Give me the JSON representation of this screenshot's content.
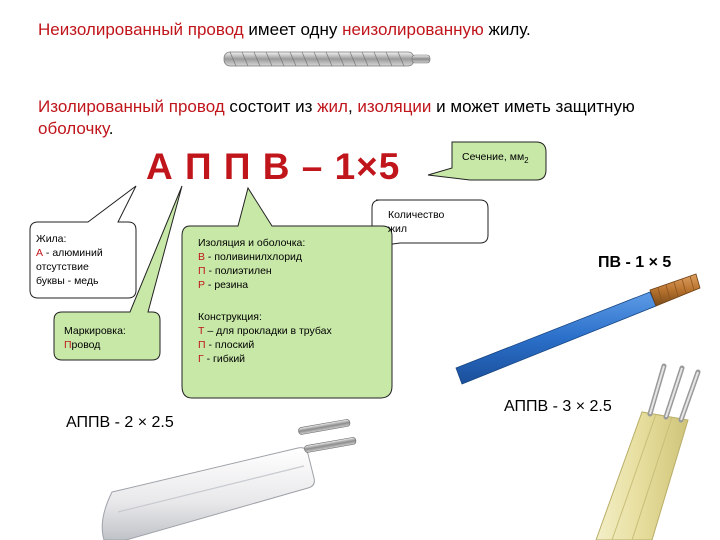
{
  "line1": {
    "part1": "Неизолированный провод",
    "part2": " имеет одну ",
    "part3": "неизолированную",
    "part4": " жилу."
  },
  "line2": {
    "part1": "Изолированный провод",
    "part2": " состоит из ",
    "part3": "жил",
    "part4": ", ",
    "part5": "изоляции",
    "part6": " и может иметь защитную ",
    "part7": "оболочку",
    "part8": "."
  },
  "code": "А П П В – 1×5",
  "callouts": {
    "section": {
      "text": "Сечение, мм",
      "sub": "2"
    },
    "count": {
      "line1": "Количество",
      "line2": "жил"
    },
    "core": {
      "title": "Жила:",
      "row1_letter": "А",
      "row1_text": " - алюминий",
      "row2": "отсутствие",
      "row3": "буквы - медь"
    },
    "marking": {
      "title": "Маркировка:",
      "letter": "П",
      "rest": "ровод"
    },
    "insulation": {
      "title": "Изоляция и оболочка:",
      "items": [
        {
          "letter": "В",
          "text": " - поливинилхлорид"
        },
        {
          "letter": "П",
          "text": " - полиэтилен"
        },
        {
          "letter": "Р",
          "text": " - резина"
        }
      ]
    },
    "construction": {
      "title": "Конструкция:",
      "items": [
        {
          "letter": "Т",
          "text": " – для прокладки в трубах"
        },
        {
          "letter": "П",
          "text": " - плоский"
        },
        {
          "letter": "Г",
          "text": " - гибкий"
        }
      ]
    }
  },
  "labels": {
    "pv": "ПВ - 1 × 5",
    "appv2": "АППВ - 2 × 2.5",
    "appv3": "АППВ - 3 × 2.5"
  },
  "colors": {
    "accent_red": "#c0151b",
    "callout_fill": "#c8e8a8",
    "wire_blue": "#2a6fc9",
    "wire_copper": "#b8732e"
  }
}
